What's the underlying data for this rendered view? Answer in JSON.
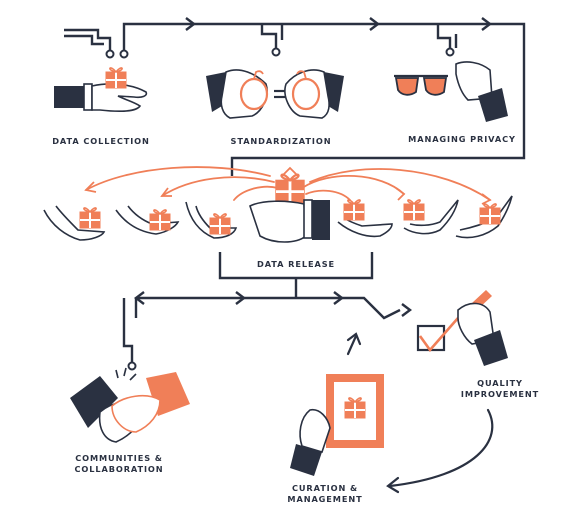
{
  "colors": {
    "ink": "#2a3141",
    "accent": "#f07f58",
    "accent_light": "#f9b9a0",
    "paper": "#ffffff"
  },
  "stages": {
    "data_collection": {
      "label": "DATA COLLECTION",
      "icon": "hand-holding-gift-icon"
    },
    "standardization": {
      "label": "STANDARDIZATION",
      "icon": "hands-holding-apples-icon"
    },
    "managing_privacy": {
      "label": "MANAGING PRIVACY",
      "icon": "hand-holding-sunglasses-icon"
    },
    "data_release": {
      "label": "DATA RELEASE",
      "icon": "hands-passing-gifts-icon"
    },
    "quality_improvement": {
      "line1": "QUALITY",
      "line2": "IMPROVEMENT",
      "icon": "hand-checking-box-icon"
    },
    "curation_management": {
      "line1": "CURATION &",
      "line2": "MANAGEMENT",
      "icon": "hand-holding-framed-gift-icon"
    },
    "communities_collaboration": {
      "line1": "COMMUNITIES &",
      "line2": "COLLABORATION",
      "icon": "handshake-icon"
    }
  }
}
